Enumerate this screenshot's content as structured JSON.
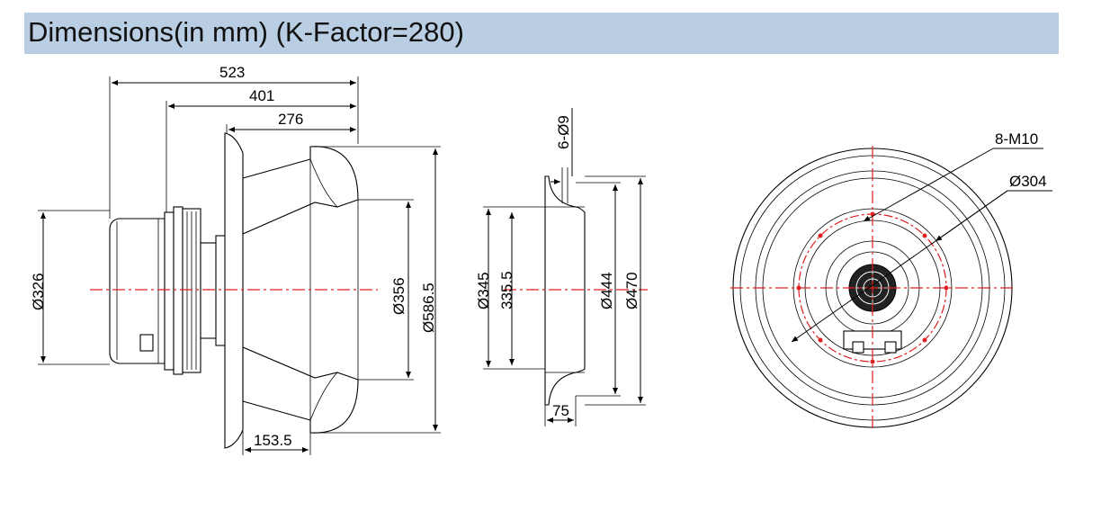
{
  "header": {
    "title": "Dimensions(in mm)  (K-Factor=280)",
    "background": "#b9cde3"
  },
  "side_view": {
    "dims": {
      "overall_length": "523",
      "length_401": "401",
      "length_276": "276",
      "bottom_offset": "153.5",
      "motor_dia": "Ø326",
      "inlet_dia": "Ø356",
      "outer_dia": "Ø586.5"
    }
  },
  "inlet_ring": {
    "dims": {
      "holes": "6-Ø9",
      "dia_345": "Ø345",
      "dia_335_5": "335.5",
      "dia_444": "Ø444",
      "dia_470": "Ø470",
      "depth": "75"
    }
  },
  "front_view": {
    "dims": {
      "thread": "8-M10",
      "bolt_circle": "Ø304"
    }
  },
  "colors": {
    "centerline": "#e02020",
    "lines": "#000000"
  }
}
